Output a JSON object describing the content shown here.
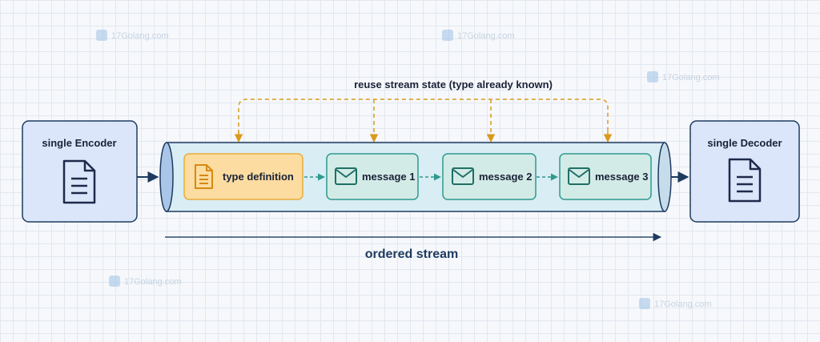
{
  "encoder": {
    "label": "single Encoder",
    "icon": "document-icon"
  },
  "decoder": {
    "label": "single Decoder",
    "icon": "document-icon"
  },
  "reuse_label": "reuse stream state (type already known)",
  "stream_items": [
    {
      "label": "type definition",
      "icon": "document-icon"
    },
    {
      "label": "message 1",
      "icon": "envelope-icon"
    },
    {
      "label": "message 2",
      "icon": "envelope-icon"
    },
    {
      "label": "message 3",
      "icon": "envelope-icon"
    }
  ],
  "ordered_label": "ordered stream",
  "watermark": "17Golang.com",
  "colors": {
    "node_fill": "#dbe6fb",
    "node_stroke": "#1e3a5f",
    "pipe_fill": "#d9edf4",
    "type_fill": "#fcdca0",
    "type_stroke": "#e8ad3a",
    "msg_fill": "#d3ebe6",
    "msg_stroke": "#2f9a8e",
    "reuse_arrow": "#d99a1e",
    "dark_text": "#1a2238"
  }
}
